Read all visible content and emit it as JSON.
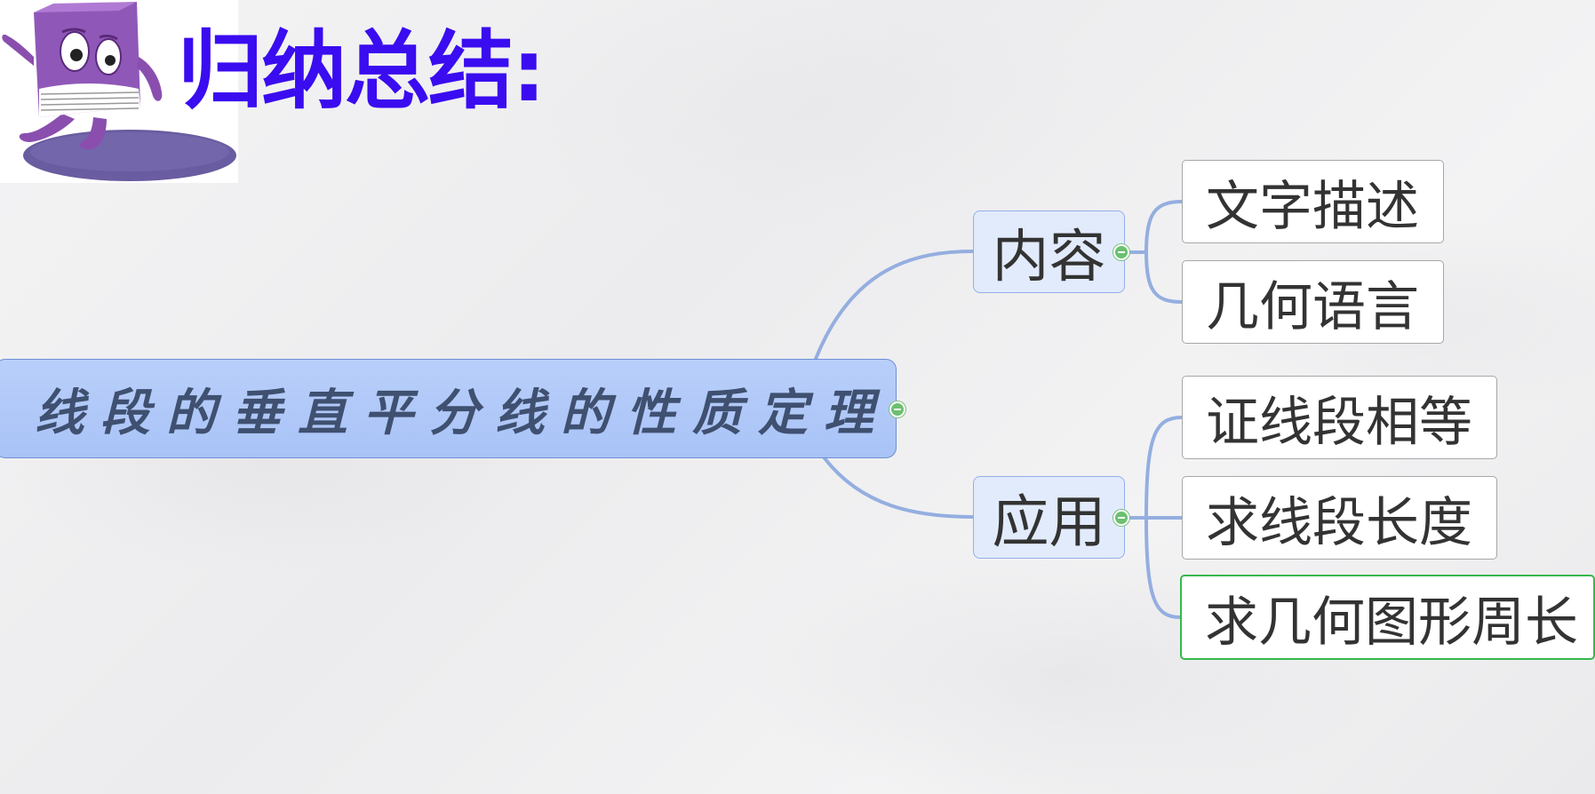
{
  "header": {
    "title": "归纳总结:"
  },
  "mindmap": {
    "root": "线段的垂直平分线的性质定理",
    "branches": [
      {
        "label": "内容",
        "leaves": [
          "文字描述",
          "几何语言"
        ]
      },
      {
        "label": "应用",
        "leaves": [
          "证线段相等",
          "求线段长度",
          "求几何图形周长"
        ]
      }
    ]
  },
  "colors": {
    "title": "#3a0cf0",
    "root_fill": "#b1c9f8",
    "branch_fill": "#e2ebfc",
    "connector": "#94aee0",
    "selected_border": "#37b84a"
  }
}
